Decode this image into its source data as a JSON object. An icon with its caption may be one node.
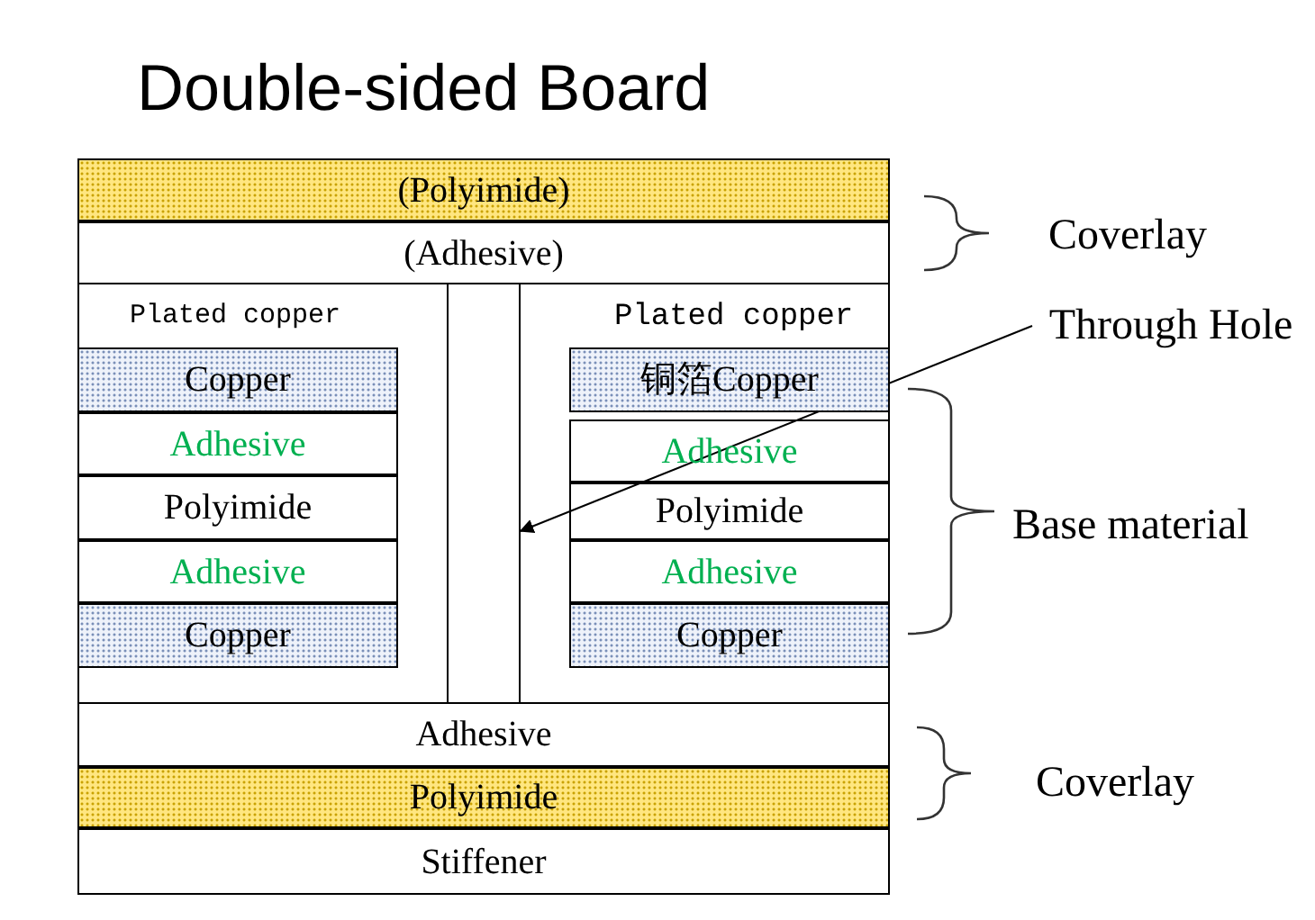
{
  "diagram": {
    "title": "Double-sided Board",
    "nodes": [
      {
        "text": [
          "(Polyimide)"
        ]
      },
      {
        "text": [
          "(Adhesive)"
        ]
      },
      {
        "text": [
          "Copper"
        ]
      },
      {
        "text": [
          "Adhesive"
        ]
      },
      {
        "text": [
          "Polyimide"
        ]
      },
      {
        "text": [
          "Adhesive"
        ]
      },
      {
        "text": [
          "Copper"
        ]
      },
      {
        "text": [
          "铜箔Copper"
        ]
      },
      {
        "text": [
          "Adhesive"
        ]
      },
      {
        "text": [
          "Polyimide"
        ]
      },
      {
        "text": [
          "Adhesive"
        ]
      },
      {
        "text": [
          "Copper"
        ]
      },
      {
        "text": [
          "Adhesive"
        ]
      },
      {
        "text": [
          "Polyimide"
        ]
      },
      {
        "text": [
          "Stiffener"
        ]
      },
      {
        "text": [
          "Through Hole"
        ]
      },
      {
        "text": [],
        "shape": "box"
      }
    ],
    "edges": [
      {
        "from": 15,
        "to": 16,
        "arrow": "to"
      }
    ],
    "labels": [
      "Coverlay",
      "Plated copper",
      "Plated copper",
      "Base material",
      "Coverlay"
    ]
  }
}
